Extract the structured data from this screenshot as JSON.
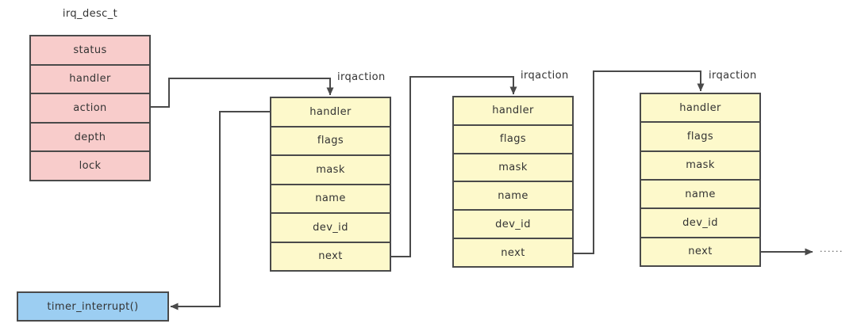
{
  "diagram": {
    "colors": {
      "pink": "#F8CCCB",
      "yellow": "#FDF9CB",
      "blue": "#9CCEF2",
      "line": "#4A4A4A",
      "text": "#333333"
    },
    "irq_desc": {
      "title": "irq_desc_t",
      "fields": [
        "status",
        "handler",
        "action",
        "depth",
        "lock"
      ]
    },
    "irqactions": [
      {
        "label": "irqaction",
        "fields": [
          "handler",
          "flags",
          "mask",
          "name",
          "dev_id",
          "next"
        ]
      },
      {
        "label": "irqaction",
        "fields": [
          "handler",
          "flags",
          "mask",
          "name",
          "dev_id",
          "next"
        ]
      },
      {
        "label": "irqaction",
        "fields": [
          "handler",
          "flags",
          "mask",
          "name",
          "dev_id",
          "next"
        ]
      }
    ],
    "timer_box": "timer_interrupt()",
    "ellipsis": "......"
  }
}
